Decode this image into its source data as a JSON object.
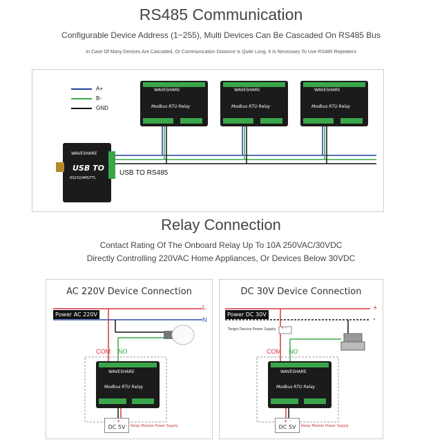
{
  "rs485": {
    "title": "RS485 Communication",
    "subtitle": "Configurable Device Address (1~255), Multi Devices Can Be Cascaded On RS485 Bus",
    "note": "In Case Of Many Devices Are Cascaded, Or Communication Distance Is Quite Long, It Is Necessary To Use RS485 Repeaters",
    "legend": [
      {
        "label": "A+",
        "color": "#1f3fa0"
      },
      {
        "label": "B-",
        "color": "#3aa64a"
      },
      {
        "label": "GND",
        "color": "#111111"
      }
    ],
    "converter": {
      "brand": "WAVESHARE",
      "name": "USB TO",
      "sub": "RS232/485/TTL",
      "link_label": "USB TO RS485"
    },
    "relay_module": {
      "brand": "WAVESHARE",
      "name": "Modbus RTU Relay"
    }
  },
  "relay": {
    "title": "Relay Connection",
    "caption_1": "Contact Rating Of The Onboard Relay Up To 10A 250VAC/30VDC",
    "caption_2": "Directly Controlling 220VAC Home Appliances, Or Devices Below 30VDC"
  },
  "ac": {
    "title": "AC 220V Device Connection",
    "power_label": "Power AC 220V",
    "line_l": "L",
    "line_n": "N",
    "com": "COM",
    "no": "NO",
    "psu_pol": "- +",
    "psu_volt": "DC 5V",
    "psu_caption": "Relay Module Power Supply"
  },
  "dc": {
    "title": "DC 30V Device Connection",
    "power_label": "Power DC 30V",
    "pos": "+",
    "neg": "-",
    "target_label": "Target Device Power Supply",
    "target_pol": "+ -",
    "com": "COM",
    "no": "NO",
    "psu_pol": "+ -",
    "psu_volt": "DC 5V",
    "psu_caption": "Relay Module Power Supply"
  },
  "colors": {
    "red": "#d9373b",
    "blue": "#2b4fa8",
    "green": "#3aa64a",
    "black": "#111111",
    "module": "#1b1b1b"
  }
}
